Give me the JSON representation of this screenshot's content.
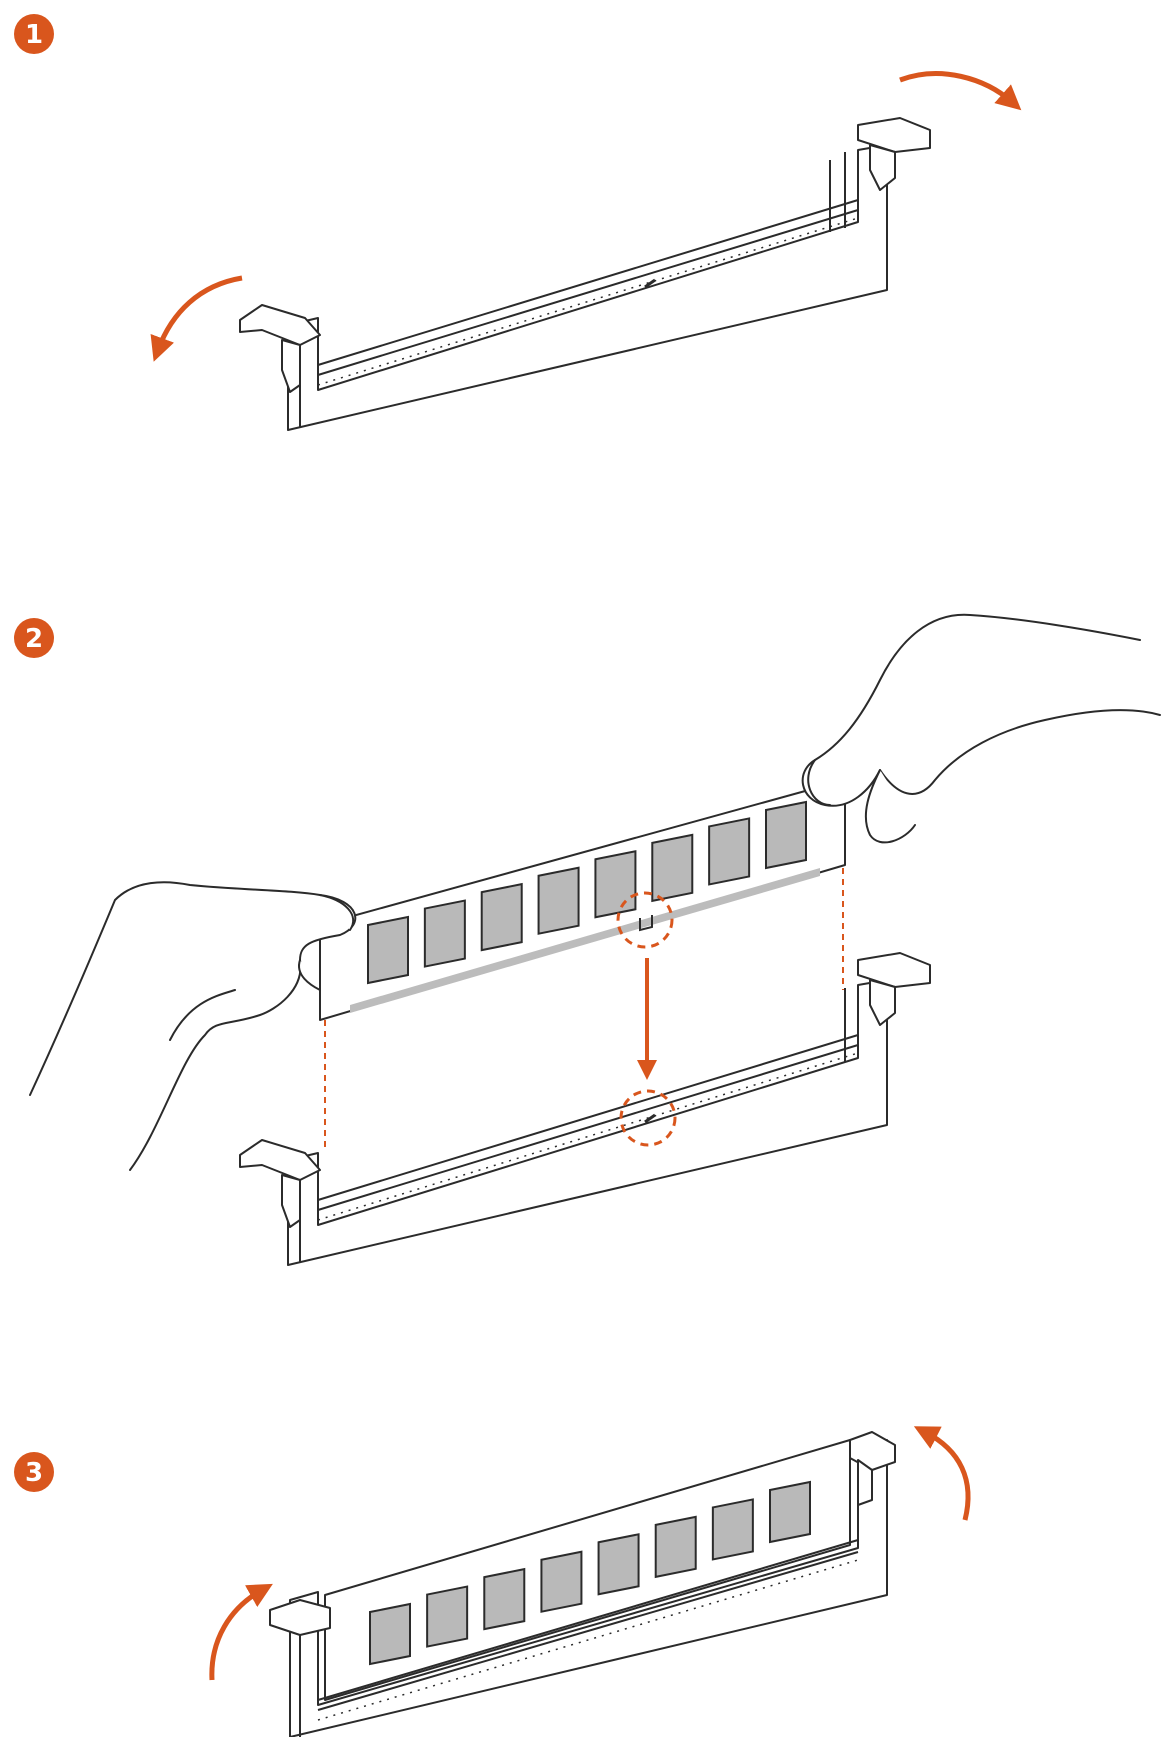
{
  "colors": {
    "accent": "#d9561d",
    "line": "#2b2b2b",
    "chip_fill": "#b9b9b9",
    "strip_fill": "#bcbcbc",
    "background": "#ffffff"
  },
  "steps": [
    {
      "number": "1",
      "scene": "slot-open-clips-open",
      "icons": [
        "clip-open-arrow-right-icon",
        "clip-open-arrow-left-icon"
      ]
    },
    {
      "number": "2",
      "scene": "insert-module-aligned-notch",
      "icons": [
        "hand-left-icon",
        "hand-right-icon",
        "insert-down-arrow-icon",
        "notch-highlight-circle-icon",
        "key-highlight-circle-icon"
      ]
    },
    {
      "number": "3",
      "scene": "module-seated-clips-closing",
      "icons": [
        "clip-close-arrow-left-icon",
        "clip-close-arrow-right-icon"
      ]
    }
  ],
  "module": {
    "chip_count": 8
  }
}
